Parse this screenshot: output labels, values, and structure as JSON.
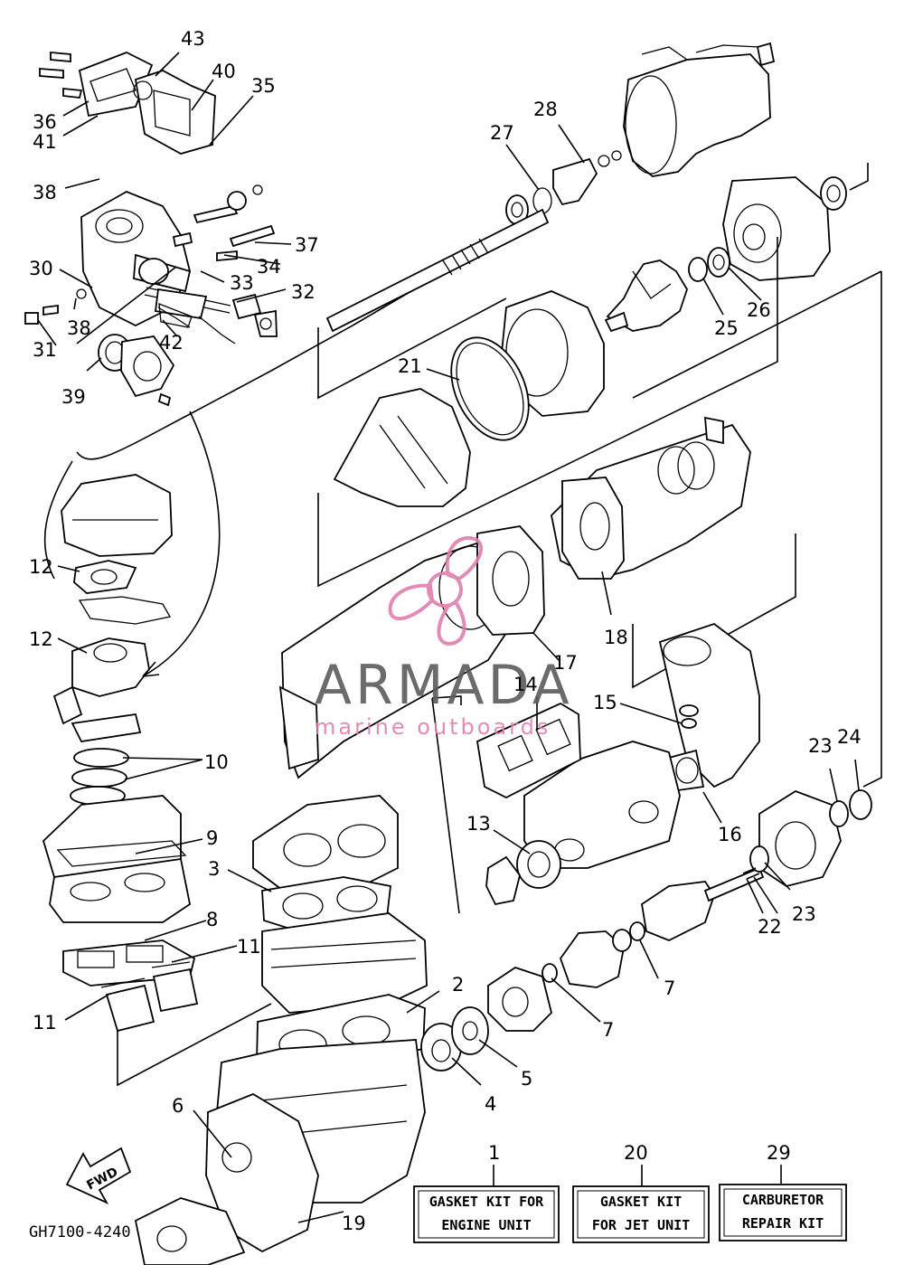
{
  "callouts": [
    {
      "id": "c43",
      "text": "43"
    },
    {
      "id": "c40",
      "text": "40"
    },
    {
      "id": "c35",
      "text": "35"
    },
    {
      "id": "c36",
      "text": "36"
    },
    {
      "id": "c41",
      "text": "41"
    },
    {
      "id": "c38a",
      "text": "38"
    },
    {
      "id": "c37",
      "text": "37"
    },
    {
      "id": "c34",
      "text": "34"
    },
    {
      "id": "c33",
      "text": "33"
    },
    {
      "id": "c30",
      "text": "30"
    },
    {
      "id": "c32",
      "text": "32"
    },
    {
      "id": "c38b",
      "text": "38"
    },
    {
      "id": "c31",
      "text": "31"
    },
    {
      "id": "c42",
      "text": "42"
    },
    {
      "id": "c39",
      "text": "39"
    },
    {
      "id": "c28",
      "text": "28"
    },
    {
      "id": "c27",
      "text": "27"
    },
    {
      "id": "c26",
      "text": "26"
    },
    {
      "id": "c25",
      "text": "25"
    },
    {
      "id": "c21",
      "text": "21"
    },
    {
      "id": "c12a",
      "text": "12"
    },
    {
      "id": "c12b",
      "text": "12"
    },
    {
      "id": "c18",
      "text": "18"
    },
    {
      "id": "c17",
      "text": "17"
    },
    {
      "id": "c14",
      "text": "14"
    },
    {
      "id": "c15",
      "text": "15"
    },
    {
      "id": "c10",
      "text": "10"
    },
    {
      "id": "c23a",
      "text": "23"
    },
    {
      "id": "c24",
      "text": "24"
    },
    {
      "id": "c9",
      "text": "9"
    },
    {
      "id": "c3",
      "text": "3"
    },
    {
      "id": "c13",
      "text": "13"
    },
    {
      "id": "c16",
      "text": "16"
    },
    {
      "id": "c8",
      "text": "8"
    },
    {
      "id": "c23b",
      "text": "23"
    },
    {
      "id": "c22",
      "text": "22"
    },
    {
      "id": "c11a",
      "text": "11"
    },
    {
      "id": "c11b",
      "text": "11"
    },
    {
      "id": "c7a",
      "text": "7"
    },
    {
      "id": "c2",
      "text": "2"
    },
    {
      "id": "c7b",
      "text": "7"
    },
    {
      "id": "c5",
      "text": "5"
    },
    {
      "id": "c4",
      "text": "4"
    },
    {
      "id": "c6",
      "text": "6"
    },
    {
      "id": "c1",
      "text": "1"
    },
    {
      "id": "c20",
      "text": "20"
    },
    {
      "id": "c29",
      "text": "29"
    },
    {
      "id": "c19",
      "text": "19"
    }
  ],
  "kits": {
    "engine": {
      "line1": "GASKET KIT FOR",
      "line2": "ENGINE UNIT"
    },
    "jet": {
      "line1": "GASKET KIT",
      "line2": "FOR JET UNIT"
    },
    "carb": {
      "line1": "CARBURETOR",
      "line2": "REPAIR KIT"
    }
  },
  "fwd_label": "FWD",
  "diagram_code": "GH7100-4240",
  "watermark": {
    "title": "ARMADA",
    "subtitle": "marine outboards",
    "accent_color": "#e07fb0",
    "title_color": "#5b5b5b"
  }
}
